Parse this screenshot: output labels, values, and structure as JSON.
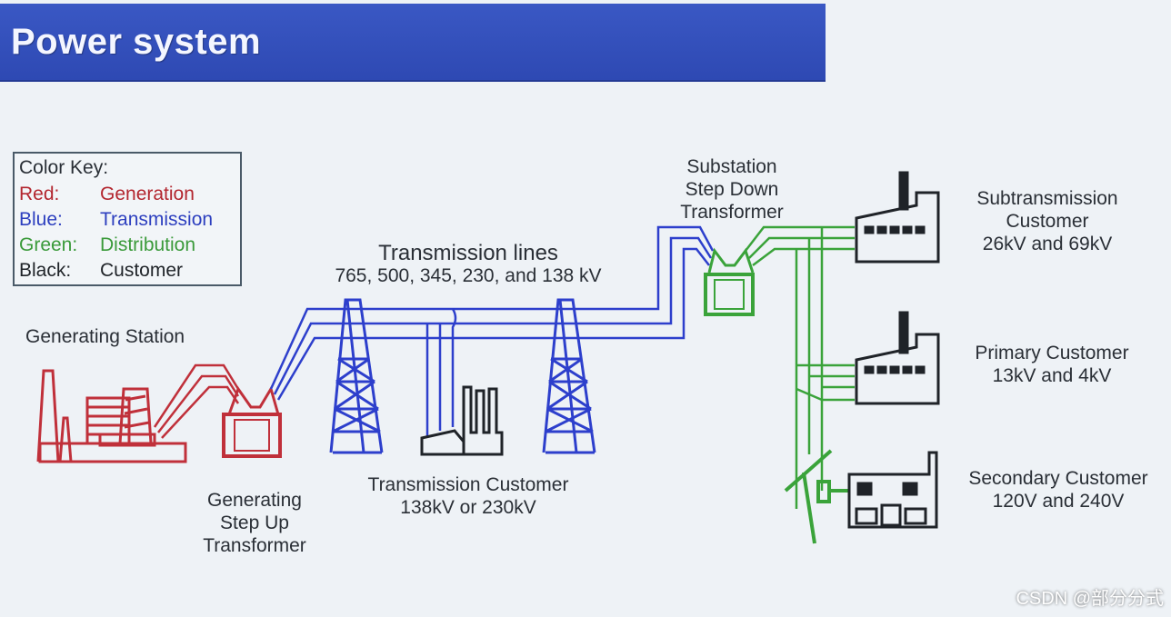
{
  "title": "Power system",
  "color_key": {
    "heading": "Color Key:",
    "rows": [
      {
        "key": "Red:",
        "value": "Generation",
        "color": "#b3262f"
      },
      {
        "key": "Blue:",
        "value": "Transmission",
        "color": "#2d3fbf"
      },
      {
        "key": "Green:",
        "value": "Distribution",
        "color": "#3a9a3a"
      },
      {
        "key": "Black:",
        "value": "Customer",
        "color": "#1f2328"
      }
    ]
  },
  "labels": {
    "generating_station": "Generating Station",
    "step_up": [
      "Generating",
      "Step Up",
      "Transformer"
    ],
    "transmission_lines": [
      "Transmission lines",
      "765, 500, 345, 230, and 138 kV"
    ],
    "transmission_customer": [
      "Transmission Customer",
      "138kV or 230kV"
    ],
    "substation": [
      "Substation",
      "Step Down",
      "Transformer"
    ],
    "subtransmission_customer": [
      "Subtransmission",
      "Customer",
      "26kV and 69kV"
    ],
    "primary_customer": [
      "Primary Customer",
      "13kV and 4kV"
    ],
    "secondary_customer": [
      "Secondary Customer",
      "120V and 240V"
    ]
  },
  "colors": {
    "generation": "#c0303a",
    "transmission": "#2d3fcc",
    "distribution": "#3aa33a",
    "customer": "#1f2328",
    "title_bar": "#2e49b3"
  },
  "watermark": "CSDN @部分分式"
}
